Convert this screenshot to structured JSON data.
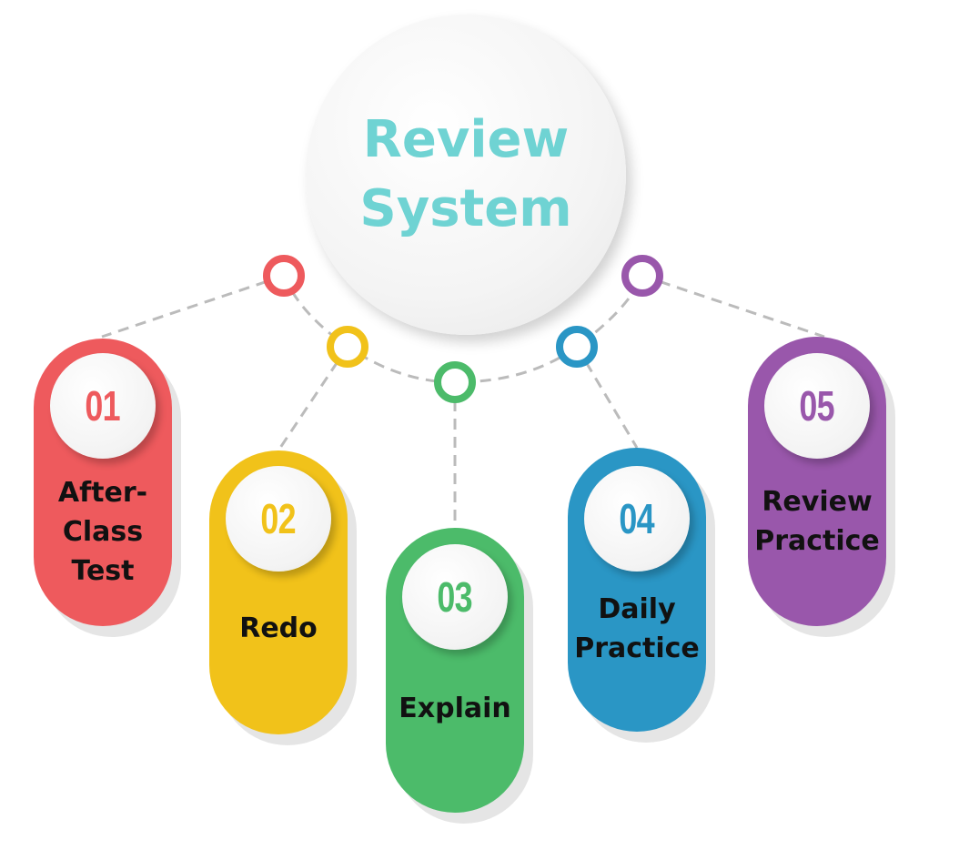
{
  "diagram": {
    "center": {
      "lines": [
        "Review",
        "System"
      ],
      "color": "#6fd3d3"
    },
    "steps": [
      {
        "number": "01",
        "lines": [
          "After-",
          "Class",
          "Test"
        ],
        "color": "#ee5a5d"
      },
      {
        "number": "02",
        "lines": [
          "Redo"
        ],
        "color": "#f1c21a"
      },
      {
        "number": "03",
        "lines": [
          "Explain"
        ],
        "color": "#4cbb6a"
      },
      {
        "number": "04",
        "lines": [
          "Daily",
          "Practice"
        ],
        "color": "#2a96c5"
      },
      {
        "number": "05",
        "lines": [
          "Review",
          "Practice"
        ],
        "color": "#9957ab"
      }
    ],
    "connector_color": "#bbbbbb"
  }
}
